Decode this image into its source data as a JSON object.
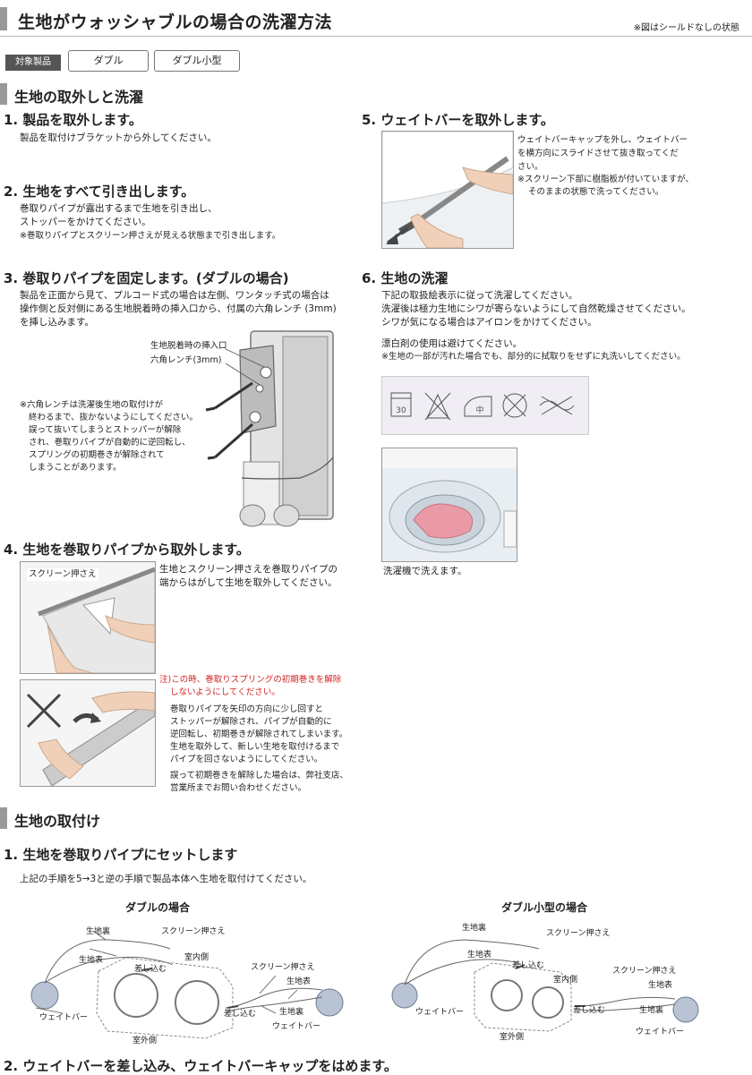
{
  "header": {
    "title": "生地がウォッシャブルの場合の洗濯方法",
    "note": "※図はシールドなしの状態"
  },
  "target": {
    "label": "対象製品",
    "products": [
      "ダブル",
      "ダブル小型"
    ]
  },
  "section1": {
    "title": "生地の取外しと洗濯",
    "step1": {
      "title": "1. 製品を取外します。",
      "text": "製品を取付けブラケットから外してください。"
    },
    "step2": {
      "title": "2. 生地をすべて引き出します。",
      "line1": "巻取りパイプが露出するまで生地を引き出し、",
      "line2": "ストッパーをかけてください。",
      "note": "※巻取りパイプとスクリーン押さえが見える状態まで引き出します。"
    },
    "step3": {
      "title": "3. 巻取りパイプを固定します。(ダブルの場合)",
      "line1": "製品を正面から見て、プルコード式の場合は左側、ワンタッチ式の場合は",
      "line2": "操作側と反対側にある生地脱着時の挿入口から、付属の六角レンチ (3mm)",
      "line3": "を挿し込みます。",
      "label_insert": "生地脱着時の挿入口",
      "label_wrench": "六角レンチ(3mm)",
      "note1": "※六角レンチは洗濯後生地の取付けが",
      "note2": "終わるまで、抜かないようにしてください。",
      "note3": "誤って抜いてしまうとストッパーが解除",
      "note4": "され、巻取りパイプが自動的に逆回転し、",
      "note5": "スプリングの初期巻きが解除されて",
      "note6": "しまうことがあります。"
    },
    "step4": {
      "title": "4. 生地を巻取りパイプから取外します。",
      "img_label": "スクリーン押さえ",
      "line1": "生地とスクリーン押さえを巻取りパイプの",
      "line2": "端からはがして生地を取外してください。",
      "caution1": "注)この時、巻取りスプリングの初期巻きを解除",
      "caution2": "しないようにしてください。",
      "para1_1": "巻取りパイプを矢印の方向に少し回すと",
      "para1_2": "ストッパーが解除され、パイプが自動的に",
      "para1_3": "逆回転し、初期巻きが解除されてしまいます。",
      "para1_4": "生地を取外して、新しい生地を取付けるまで",
      "para1_5": "パイプを回さないようにしてください。",
      "para2_1": "誤って初期巻きを解除した場合は、弊社支店、",
      "para2_2": "営業所までお問い合わせください。"
    },
    "step5": {
      "title": "5. ウェイトバーを取外します。",
      "line1": "ウェイトバーキャップを外し、ウェイトバー",
      "line2": "を横方向にスライドさせて抜き取ってくだ",
      "line3": "さい。",
      "note1": "※スクリーン下部に樹脂板が付いていますが、",
      "note2": "そのままの状態で洗ってください。"
    },
    "step6": {
      "title": "6. 生地の洗濯",
      "line1": "下記の取扱絵表示に従って洗濯してください。",
      "line2": "洗濯後は極力生地にシワが寄らないようにして自然乾燥させてください。",
      "line3": "シワが気になる場合はアイロンをかけてください。",
      "line4": "漂白剤の使用は避けてください。",
      "note": "※生地の一部が汚れた場合でも、部分的に拭取りをせずに丸洗いしてください。",
      "icon_text_wash": "30",
      "icon_text_iron": "中",
      "caption": "洗濯機で洗えます。"
    }
  },
  "section2": {
    "title": "生地の取付け",
    "step1": {
      "title": "1. 生地を巻取りパイプにセットします",
      "text": "上記の手順を5→3と逆の手順で製品本体へ生地を取付けてください。"
    },
    "diagram_left": {
      "title": "ダブルの場合",
      "ura1": "生地裏",
      "omote1": "生地表",
      "osae1": "スクリーン押さえ",
      "sashikomu1": "差し込む",
      "indoor": "室内側",
      "osae2": "スクリーン押さえ",
      "omote2": "生地表",
      "sashikomu2": "差し込む",
      "ura2": "生地裏",
      "weight1": "ウェイトバー",
      "weight2": "ウェイトバー",
      "outdoor": "室外側"
    },
    "diagram_right": {
      "title": "ダブル小型の場合",
      "ura1": "生地裏",
      "omote1": "生地表",
      "osae1": "スクリーン押さえ",
      "sashikomu1": "差し込む",
      "indoor": "室内側",
      "osae2": "スクリーン押さえ",
      "omote2": "生地表",
      "sashikomu2": "差し込む",
      "ura2": "生地裏",
      "weight1": "ウェイトバー",
      "weight2": "ウェイトバー",
      "outdoor": "室外側"
    },
    "step2": {
      "title": "2. ウェイトバーを差し込み、ウェイトバーキャップをはめます。"
    }
  }
}
